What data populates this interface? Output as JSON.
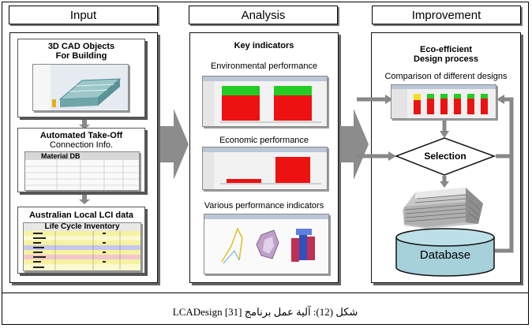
{
  "columns": {
    "input": "Input",
    "analysis": "Analysis",
    "improvement": "Improvement"
  },
  "input": {
    "cad_title_1": "3D CAD Objects",
    "cad_title_2": "For Building",
    "takeoff_title": "Automated Take-Off",
    "takeoff_sub": "Connection Info.",
    "material_db": "Material DB",
    "lci_title": "Australian Local LCI data",
    "lci_table_title": "Life Cycle Inventory"
  },
  "analysis": {
    "key_indicators": "Key indicators",
    "env": "Environmental performance",
    "eco": "Economic performance",
    "various": "Various performance indicators"
  },
  "improvement": {
    "title_1": "Eco-efficient",
    "title_2": "Design process",
    "comparison": "Comparison of different designs",
    "selection": "Selection",
    "database": "Database"
  },
  "caption": "شكل (12): آلية عمل برنامج LCADesign [31]"
}
